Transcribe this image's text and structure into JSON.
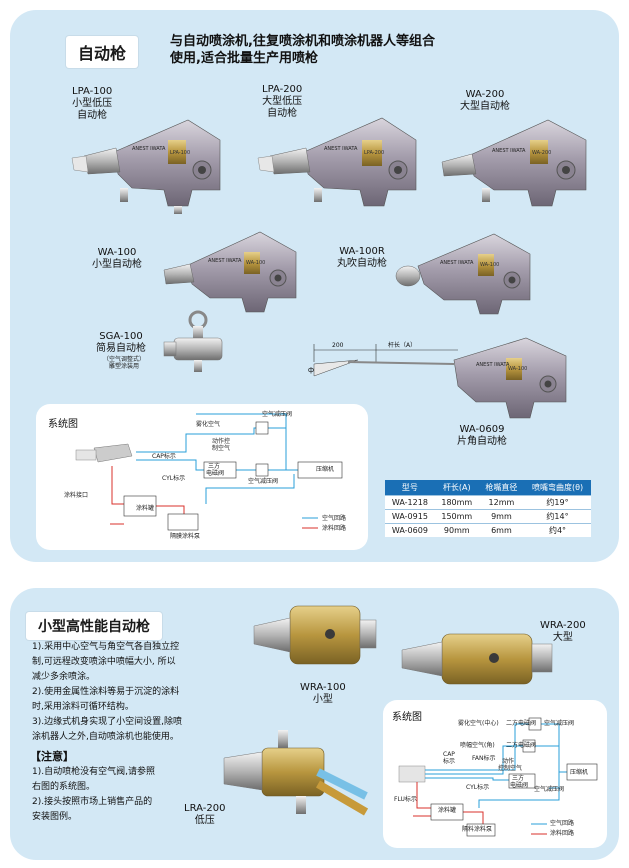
{
  "section1": {
    "title": "自动枪",
    "desc_line1": "与自动喷涂机,往复喷涂机和喷涂机器人等组合",
    "desc_line2": "使用,适合批量生产用喷枪",
    "models": {
      "lpa100": [
        "LPA-100",
        "小型低压",
        "自动枪"
      ],
      "lpa200": [
        "LPA-200",
        "大型低压",
        "自动枪"
      ],
      "wa200": [
        "WA-200",
        "大型自动枪"
      ],
      "wa100": [
        "WA-100",
        "小型自动枪"
      ],
      "wa100r": [
        "WA-100R",
        "丸吹自动枪"
      ],
      "sga100": [
        "SGA-100",
        "简易自动枪"
      ],
      "sga100_sub": [
        "（空气调整式）",
        "雕塑涂装用"
      ],
      "wa0609": [
        "WA-0609",
        "片角自动枪"
      ]
    },
    "gun_label_text": "ANEST IWATA",
    "gun_model_tags": [
      "LPA-100",
      "LPA-200",
      "WA-200",
      "WA-100",
      "WA-100",
      "WA-100"
    ],
    "dimension": {
      "length": "200",
      "rod": "杆长（A）",
      "phi": "ф"
    },
    "system": {
      "title": "系统图",
      "labels": {
        "atom_air": "雾化空气",
        "air_reg_top": "空气减压阀",
        "action_air": "动作控",
        "action_air2": "制空气",
        "cap": "CAP标示",
        "cyl": "CYL标示",
        "valve3_1": "三方",
        "valve3_2": "电磁阀",
        "compressor": "压缩机",
        "air_reg_mid": "空气减压阀",
        "paint_inlet": "涂料接口",
        "paint_tank": "涂料罐",
        "pump": "隔膜涂料泵",
        "legend_air": "空气回路",
        "legend_paint": "涂料回路"
      }
    },
    "table": {
      "headers": [
        "型号",
        "杆长(A)",
        "枪嘴直径",
        "喷嘴弯曲度(θ)"
      ],
      "rows": [
        [
          "WA-1218",
          "180mm",
          "12mm",
          "约19°"
        ],
        [
          "WA-0915",
          "150mm",
          "9mm",
          "约14°"
        ],
        [
          "WA-0609",
          "90mm",
          "6mm",
          "约4°"
        ]
      ]
    }
  },
  "section2": {
    "title": "小型高性能自动枪",
    "features": [
      "1).采用中心空气与角空气各自独立控",
      "制,可远程改变喷涂中喷幅大小, 所以",
      "减少多余喷涂。",
      "2).使用金属性涂料等易于沉淀的涂料",
      "时,采用涂料可循环结构。",
      "3).边缘式机身实现了小空间设置,除喷",
      "涂机器人之外,自动喷涂机也能使用。"
    ],
    "note_title": "【注意】",
    "notes": [
      "1).自动喷枪没有空气阀,请参照",
      "右图的系统图。",
      "2).接头按照市场上销售产品的",
      "安装图例。"
    ],
    "models": {
      "wra100": [
        "WRA-100",
        "小型"
      ],
      "wra200": [
        "WRA-200",
        "大型"
      ],
      "lra200": [
        "LRA-200",
        "低压"
      ]
    },
    "system": {
      "title": "系统图",
      "labels": {
        "atom_center": "雾化空气(中心)",
        "two_way_1": "二方电磁阀",
        "air_reg_1": "空气减压阀",
        "cap": "CAP",
        "cap2": "标示",
        "fan_air": "喷幅空气(角)",
        "two_way_2": "二方电磁阀",
        "fan": "FAN标示",
        "action1": "动作",
        "action2": "控制空气",
        "valve3_1": "三方",
        "valve3_2": "电磁阀",
        "compressor": "压缩机",
        "cyl": "CYL标示",
        "air_reg_2": "空气减压阀",
        "flu": "FLU标示",
        "paint_tank": "涂料罐",
        "pump": "隔料涂料泵",
        "legend_air": "空气回路",
        "legend_paint": "涂料回路"
      }
    }
  },
  "colors": {
    "panel": "#d3e8f5",
    "air_line": "#2a9fd8",
    "paint_line": "#d9302b",
    "table_head": "#1a6fb5",
    "gun_body": "#9a93a0",
    "brass": "#b89a4a"
  }
}
